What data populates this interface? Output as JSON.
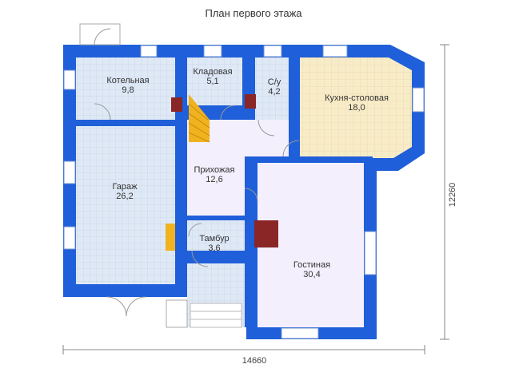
{
  "title": "План первого этажа",
  "dimensions": {
    "width": "14660",
    "height": "12260"
  },
  "rooms": [
    {
      "id": "boiler",
      "name": "Котельная",
      "area": "9,8"
    },
    {
      "id": "storage",
      "name": "Кладовая",
      "area": "5,1"
    },
    {
      "id": "wc",
      "name": "С/у",
      "area": "4,2"
    },
    {
      "id": "kitchen",
      "name": "Кухня-столовая",
      "area": "18,0"
    },
    {
      "id": "garage",
      "name": "Гараж",
      "area": "26,2"
    },
    {
      "id": "hall",
      "name": "Прихожая",
      "area": "12,6"
    },
    {
      "id": "vest",
      "name": "Тамбур",
      "area": "3,6"
    },
    {
      "id": "living",
      "name": "Гостиная",
      "area": "30,4"
    }
  ],
  "colors": {
    "wall": "#1f5fd9",
    "floor_tile": "#dfe9f6",
    "floor_grid": "#c6d4e8",
    "kitchen_floor": "#f8ecc8",
    "kitchen_grid": "#e8d7a7",
    "living_floor": "#f4effc",
    "stairs": "#f1b21f",
    "chimney": "#8a2626",
    "door": "#999999"
  }
}
